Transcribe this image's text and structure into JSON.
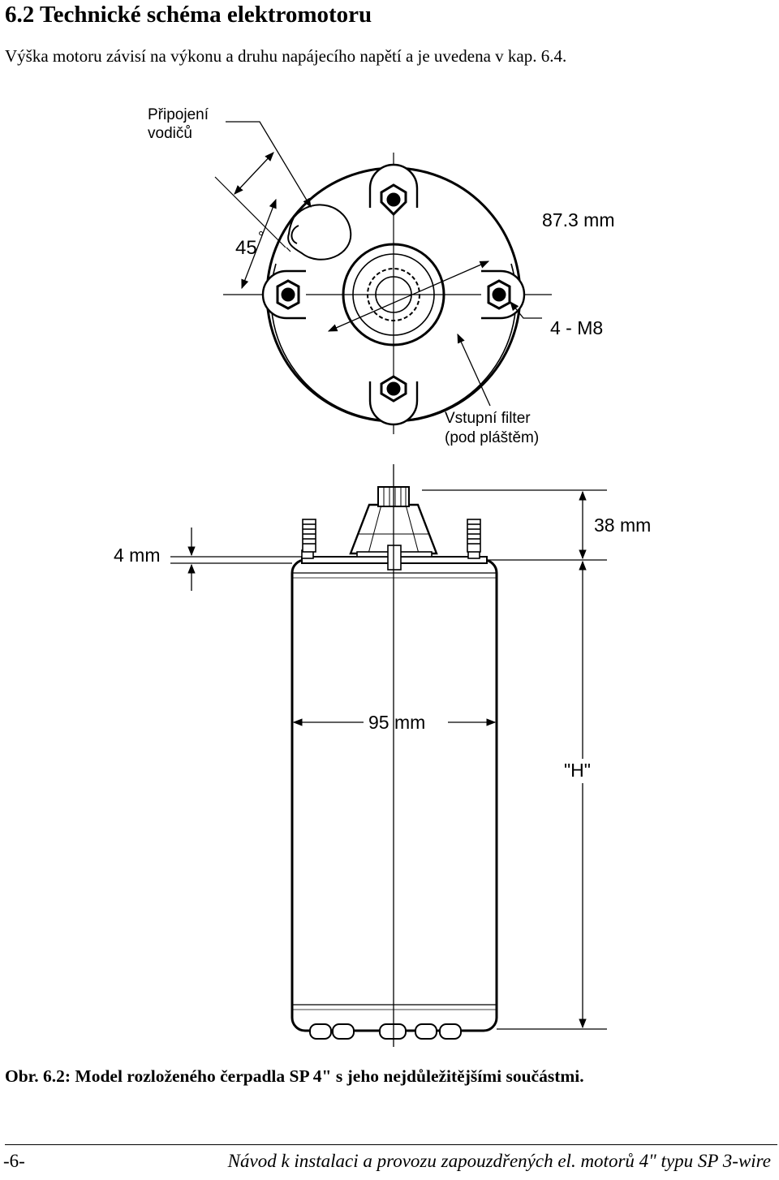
{
  "section": {
    "heading": "6.2 Technické schéma elektromotoru",
    "intro": "Výška motoru závisí na výkonu a druhu napájecího napětí a je uvedena v kap. 6.4."
  },
  "top_view": {
    "wire_connection_line1": "Připojení",
    "wire_connection_line2": "vodičů",
    "angle": "45",
    "angle_unit": "°",
    "diameter": "87.3 mm",
    "bolts": "4 - M8",
    "filter_line1": "Vstupní filter",
    "filter_line2": "(pod pláštěm)"
  },
  "side_view": {
    "shaft_height": "38 mm",
    "flange_thickness": "4 mm",
    "motor_diameter": "95 mm",
    "motor_height": "\"H\""
  },
  "caption": "Obr. 6.2: Model rozloženého čerpadla SP 4\" s jeho nejdůležitějšími součástmi.",
  "footer": {
    "page": "-6-",
    "title": "Návod k instalaci a provozu zapouzdřených el. motorů 4\" typu SP 3-wire"
  }
}
